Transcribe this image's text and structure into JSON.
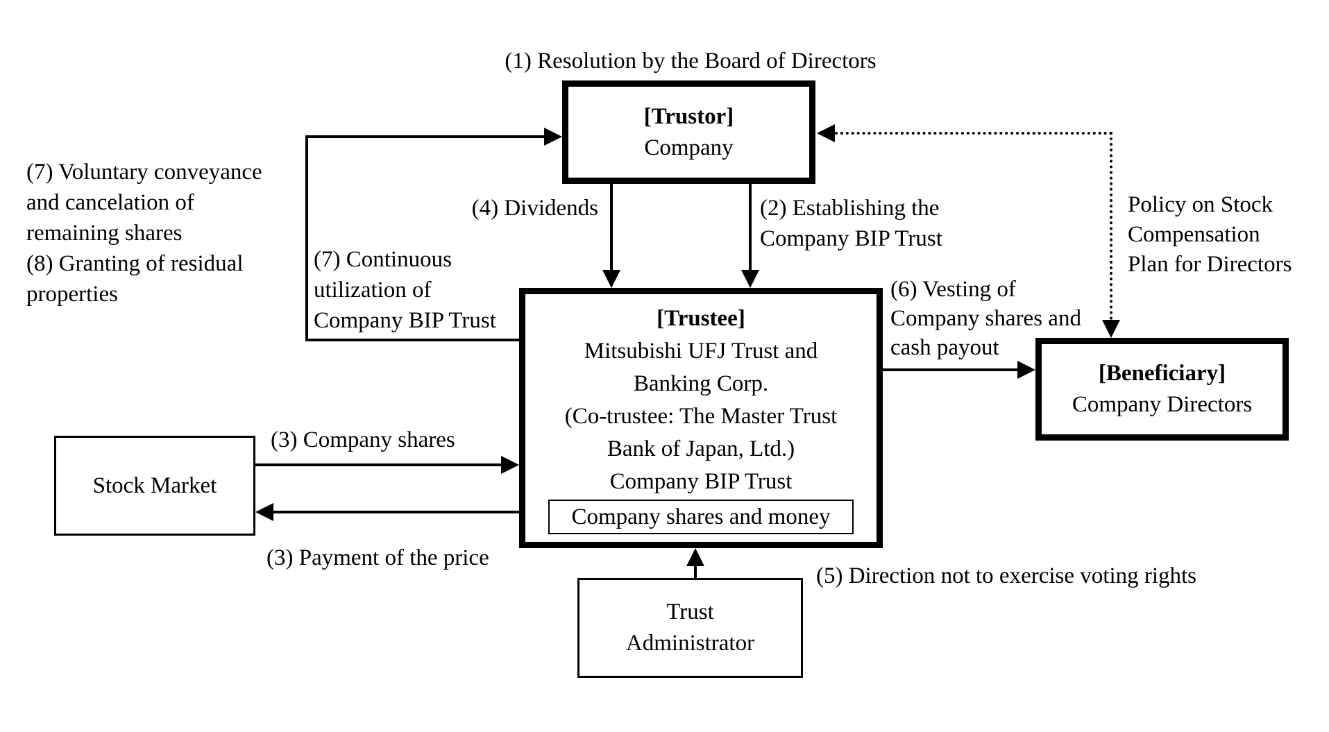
{
  "diagram": {
    "title": "(1) Resolution by the Board of Directors",
    "nodes": {
      "trustor": {
        "heading": "[Trustor]",
        "body": "Company"
      },
      "trustee": {
        "heading": "[Trustee]",
        "body": "Mitsubishi UFJ Trust and\nBanking Corp.\n(Co-trustee: The Master Trust\nBank of Japan, Ltd.)\nCompany BIP Trust",
        "inner_box": "Company shares and money"
      },
      "beneficiary": {
        "heading": "[Beneficiary]",
        "body": "Company Directors"
      },
      "stock_market": {
        "body": "Stock Market"
      },
      "trust_administrator": {
        "body": "Trust\nAdministrator"
      }
    },
    "labels": {
      "left_notes": "(7) Voluntary conveyance\nand cancelation of\nremaining shares\n(8) Granting of residual\nproperties",
      "continuous_utilization": "(7) Continuous\nutilization of\nCompany BIP Trust",
      "dividends": "(4) Dividends",
      "establishing": "(2) Establishing the\nCompany BIP Trust",
      "vesting": "(6) Vesting of\nCompany shares and\ncash payout",
      "policy": "Policy on Stock\nCompensation\nPlan for Directors",
      "company_shares": "(3) Company shares",
      "payment": "(3) Payment of the price",
      "direction": "(5) Direction not to exercise voting rights"
    },
    "colors": {
      "foreground": "#000000",
      "background": "#ffffff"
    }
  }
}
